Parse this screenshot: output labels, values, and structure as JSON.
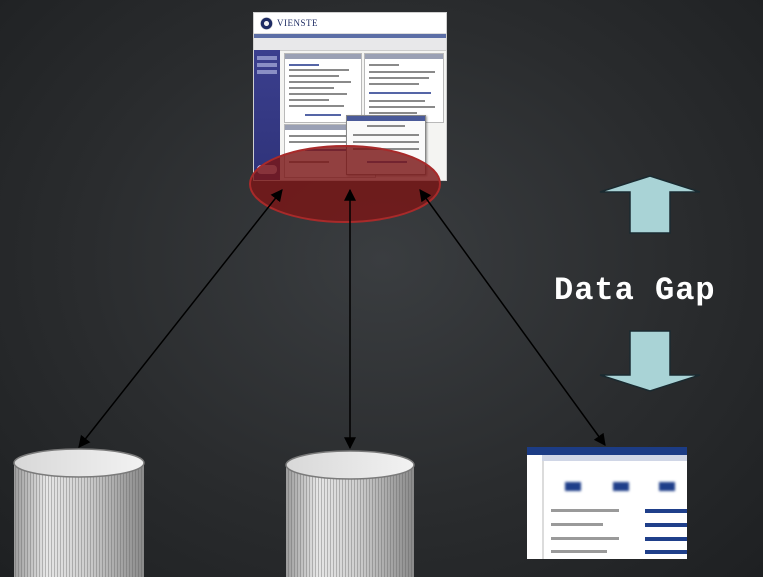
{
  "portal": {
    "brand": "VIENSTE"
  },
  "gap_label": "Data Gap",
  "colors": {
    "background": "#2a2c2e",
    "highlight_fill": "#7a1616",
    "highlight_stroke": "#a82a2a",
    "gap_arrow_fill": "#a9d3d6",
    "gap_arrow_stroke": "#1a2a30",
    "connector": "#000000",
    "report_accent": "#1c3c85"
  },
  "icons": {
    "portal": "web-portal-screenshot",
    "database_left": "database-cylinder-icon",
    "database_center": "database-cylinder-icon",
    "report": "report-document-icon",
    "gap_up": "up-arrow-icon",
    "gap_down": "down-arrow-icon"
  }
}
